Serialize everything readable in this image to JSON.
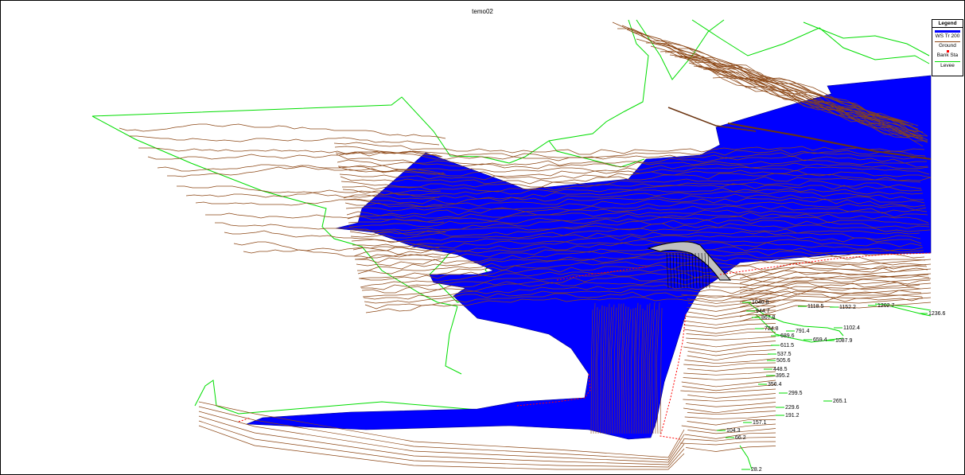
{
  "plot": {
    "title": "temo02"
  },
  "legend": {
    "title": "Legend",
    "items": [
      {
        "label": "WS Tr 200",
        "color": "#0000ff"
      },
      {
        "label": "Ground",
        "color": "#8b4513"
      },
      {
        "label": "Bank Sta",
        "color": "#ff0000"
      },
      {
        "label": "Levee",
        "color": "#00cc00"
      }
    ]
  },
  "colors": {
    "water": "#0000ff",
    "ground": "#8b4513",
    "bank": "#ff0000",
    "levee": "#00dd00",
    "bridge": "#c0c0c0"
  },
  "river_stations": [
    "1236.6",
    "1202.7",
    "1152.2",
    "1118.5",
    "1102.4",
    "1087.9",
    "1040.8",
    "944.7",
    "867.8",
    "724.8",
    "791.4",
    "689.6",
    "659.4",
    "611.5",
    "537.5",
    "505.6",
    "448.5",
    "395.2",
    "356.4",
    "299.5",
    "265.1",
    "229.6",
    "191.2",
    "157.1",
    "104.3",
    "66.2",
    "28.2"
  ]
}
